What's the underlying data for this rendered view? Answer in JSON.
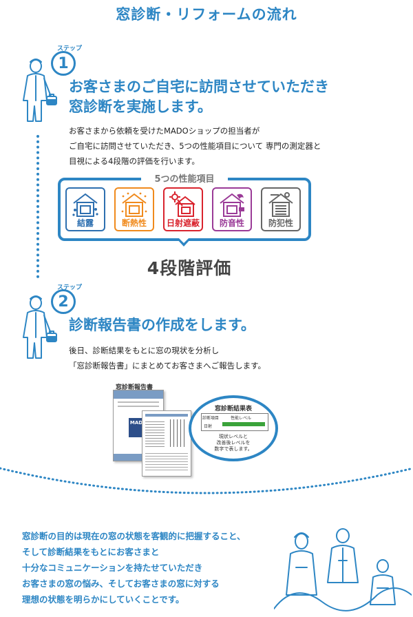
{
  "title": "窓診断・リフォームの流れ",
  "step_label": "ステップ",
  "step1": {
    "number": "1",
    "heading_line1": "お客さまのご自宅に訪問させていただき",
    "heading_line2": "窓診断を実施します。",
    "body_line1": "お客さまから依頼を受けたMADOショップの担当者が",
    "body_line2": "ご自宅に訪問させていただき、5つの性能項目について 専門の測定器と",
    "body_line3": "目視による4段階の評価を行います。"
  },
  "performance": {
    "title": "5つの性能項目",
    "items": [
      {
        "label": "結露",
        "color": "#2d6fb0",
        "icon": "condensation-icon"
      },
      {
        "label": "断熱性",
        "color": "#f08a1c",
        "icon": "insulation-icon"
      },
      {
        "label": "日射遮蔽",
        "color": "#d9232d",
        "icon": "sun-shading-icon"
      },
      {
        "label": "防音性",
        "color": "#9a3a97",
        "icon": "soundproof-icon"
      },
      {
        "label": "防犯性",
        "color": "#666666",
        "icon": "security-icon"
      }
    ],
    "evaluation": "4段階評価"
  },
  "step2": {
    "number": "2",
    "heading": "診断報告書の作成をします。",
    "body_line1": "後日、診断結果をもとに窓の現状を分析し",
    "body_line2": "「窓診断報告書」にまとめてお客さまへご報告します。"
  },
  "report": {
    "doc_title": "窓診断報告書",
    "doc_logo": "MADO",
    "result_title": "窓診断結果表",
    "col1": "診断項目",
    "col2": "性能レベル",
    "row_label": "日射",
    "note_line1": "現状レベルと",
    "note_line2": "改善後レベルを",
    "note_line3": "数字で表します。"
  },
  "footer": {
    "line1": "窓診断の目的は現在の窓の状態を客観的に把握すること、",
    "line2": "そして診断結果をもとにお客さまと",
    "line3": "十分なコミュニケーションを持たせていただき",
    "line4": "お客さまの窓の悩み、そしてお客さまの窓に対する",
    "line5": "理想の状態を明らかにしていくことです。"
  },
  "colors": {
    "accent": "#2d86c4"
  }
}
